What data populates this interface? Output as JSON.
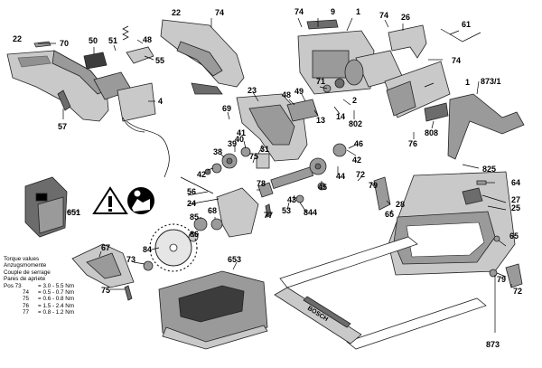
{
  "callouts": {
    "c22a": "22",
    "c70": "70",
    "c50": "50",
    "c51": "51",
    "c48": "48",
    "c55": "55",
    "c4": "4",
    "c57": "57",
    "c22b": "22",
    "c74a": "74",
    "c74b": "74",
    "c9": "9",
    "c1a": "1",
    "c74c": "74",
    "c26": "26",
    "c61": "61",
    "c74d": "74",
    "c873_1": "873/1",
    "c1b": "1",
    "c23": "23",
    "c69": "69",
    "c48b": "48",
    "c49": "49",
    "c71": "71",
    "c2": "2",
    "c14": "14",
    "c13": "13",
    "c802": "802",
    "c808": "808",
    "c76": "76",
    "c825": "825",
    "c40": "40",
    "c41": "41",
    "c31": "31",
    "c38": "38",
    "c39": "39",
    "c75a": "75",
    "c42a": "42",
    "c44": "44",
    "c42b": "42",
    "c46": "46",
    "c45": "45",
    "c72a": "72",
    "c79a": "79",
    "c64": "64",
    "c27": "27",
    "c25": "25",
    "c28": "28",
    "c65a": "65",
    "c651": "651",
    "c56": "56",
    "c24": "24",
    "c78": "78",
    "c43": "43",
    "c53": "53",
    "c844": "844",
    "c85": "85",
    "c68": "68",
    "c77": "77",
    "c86": "86",
    "c653": "653",
    "c67": "67",
    "c84": "84",
    "c73": "73",
    "c75b": "75",
    "c65b": "65",
    "c79b": "79",
    "c72b": "72",
    "c873": "873"
  },
  "torque_table": {
    "headers": [
      "Torque values",
      "Anzugsmomente",
      "Couple de serrage",
      "Pares de apriete"
    ],
    "rows": [
      {
        "pos": "Pos 73",
        "dash": "=",
        "value": "3.0 - 5.5 Nm"
      },
      {
        "pos": "74",
        "dash": "=",
        "value": "0.5 - 0.7 Nm"
      },
      {
        "pos": "75",
        "dash": "=",
        "value": "0.6 - 0.8 Nm"
      },
      {
        "pos": "76",
        "dash": "=",
        "value": "1.5 - 2.4 Nm"
      },
      {
        "pos": "77",
        "dash": "=",
        "value": "0.8 - 1.2 Nm"
      }
    ]
  },
  "brand_text": "BOSCH",
  "colors": {
    "part_light": "#c9c9c9",
    "part_mid": "#9a9a9a",
    "part_dark": "#3c3c3c",
    "warning_yellow": "#000000"
  }
}
